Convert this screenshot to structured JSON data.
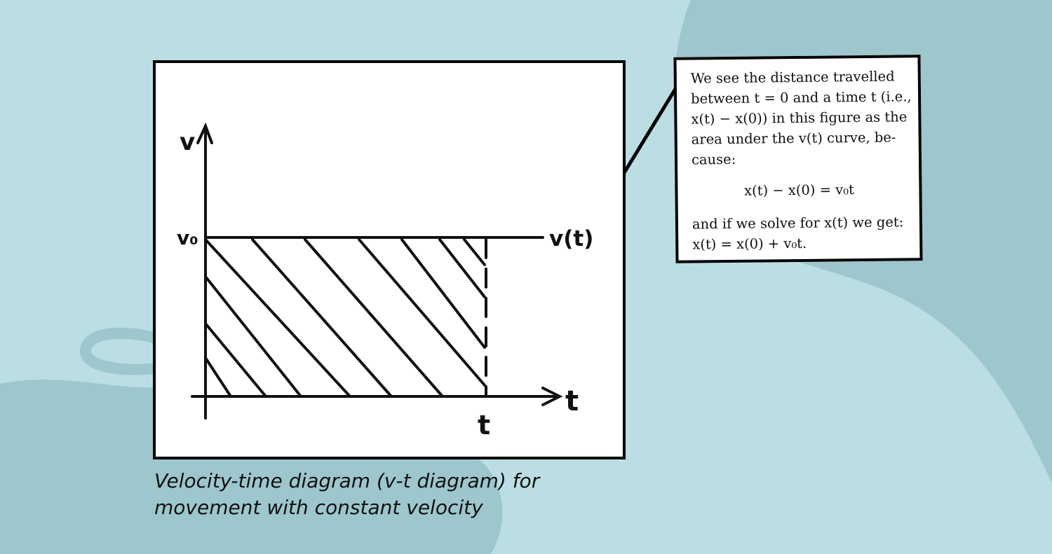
{
  "caption": {
    "line1": "Velocity-time diagram (v-t diagram) for",
    "line2": "movement with constant velocity"
  },
  "diagram": {
    "y_axis_label": "v",
    "x_axis_label": "t",
    "v0_label": "v₀",
    "curve_label": "v(t)",
    "t_tick_label": "t",
    "hatched_region": "area under v(t) from 0 to t"
  },
  "note": {
    "para1_lines": [
      "We see the distance travelled",
      "between t = 0 and a time t (i.e.,",
      "x(t) − x(0)) in this figure as the",
      "area under the v(t) curve, be-",
      "cause:"
    ],
    "equation": "x(t) − x(0) = v₀t",
    "para2_lines": [
      "and if we solve for x(t) we get:",
      "x(t) = x(0) + v₀t."
    ]
  },
  "colors": {
    "background": "#badee4",
    "background_blob": "#9dc6cd",
    "ink": "#111111",
    "paper": "#ffffff"
  }
}
